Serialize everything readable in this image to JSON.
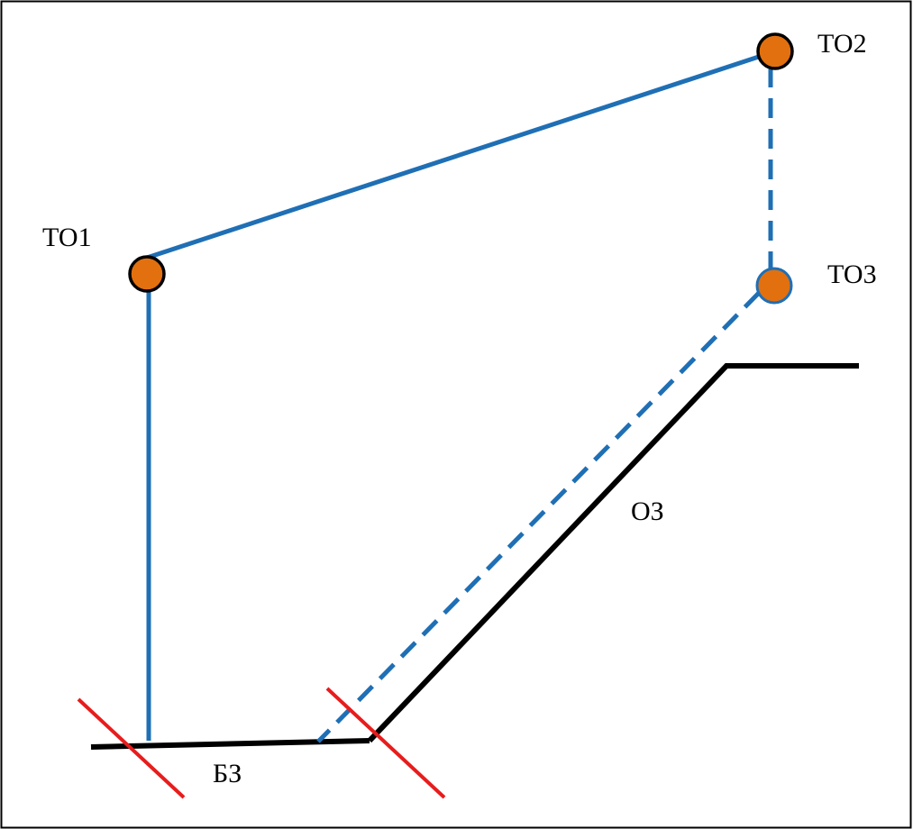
{
  "labels": {
    "to1": "ТО1",
    "to2": "ТО2",
    "to3": "ТО3",
    "oz": "ОЗ",
    "bz": "БЗ"
  },
  "colors": {
    "frame": "#000000",
    "survey_line": "#1f6fb5",
    "terrain": "#000000",
    "cut_mark": "#e81c1c",
    "point_fill": "#e2700f",
    "point_stroke_visible": "#000000",
    "point_stroke_to3": "#1f6fb5"
  }
}
